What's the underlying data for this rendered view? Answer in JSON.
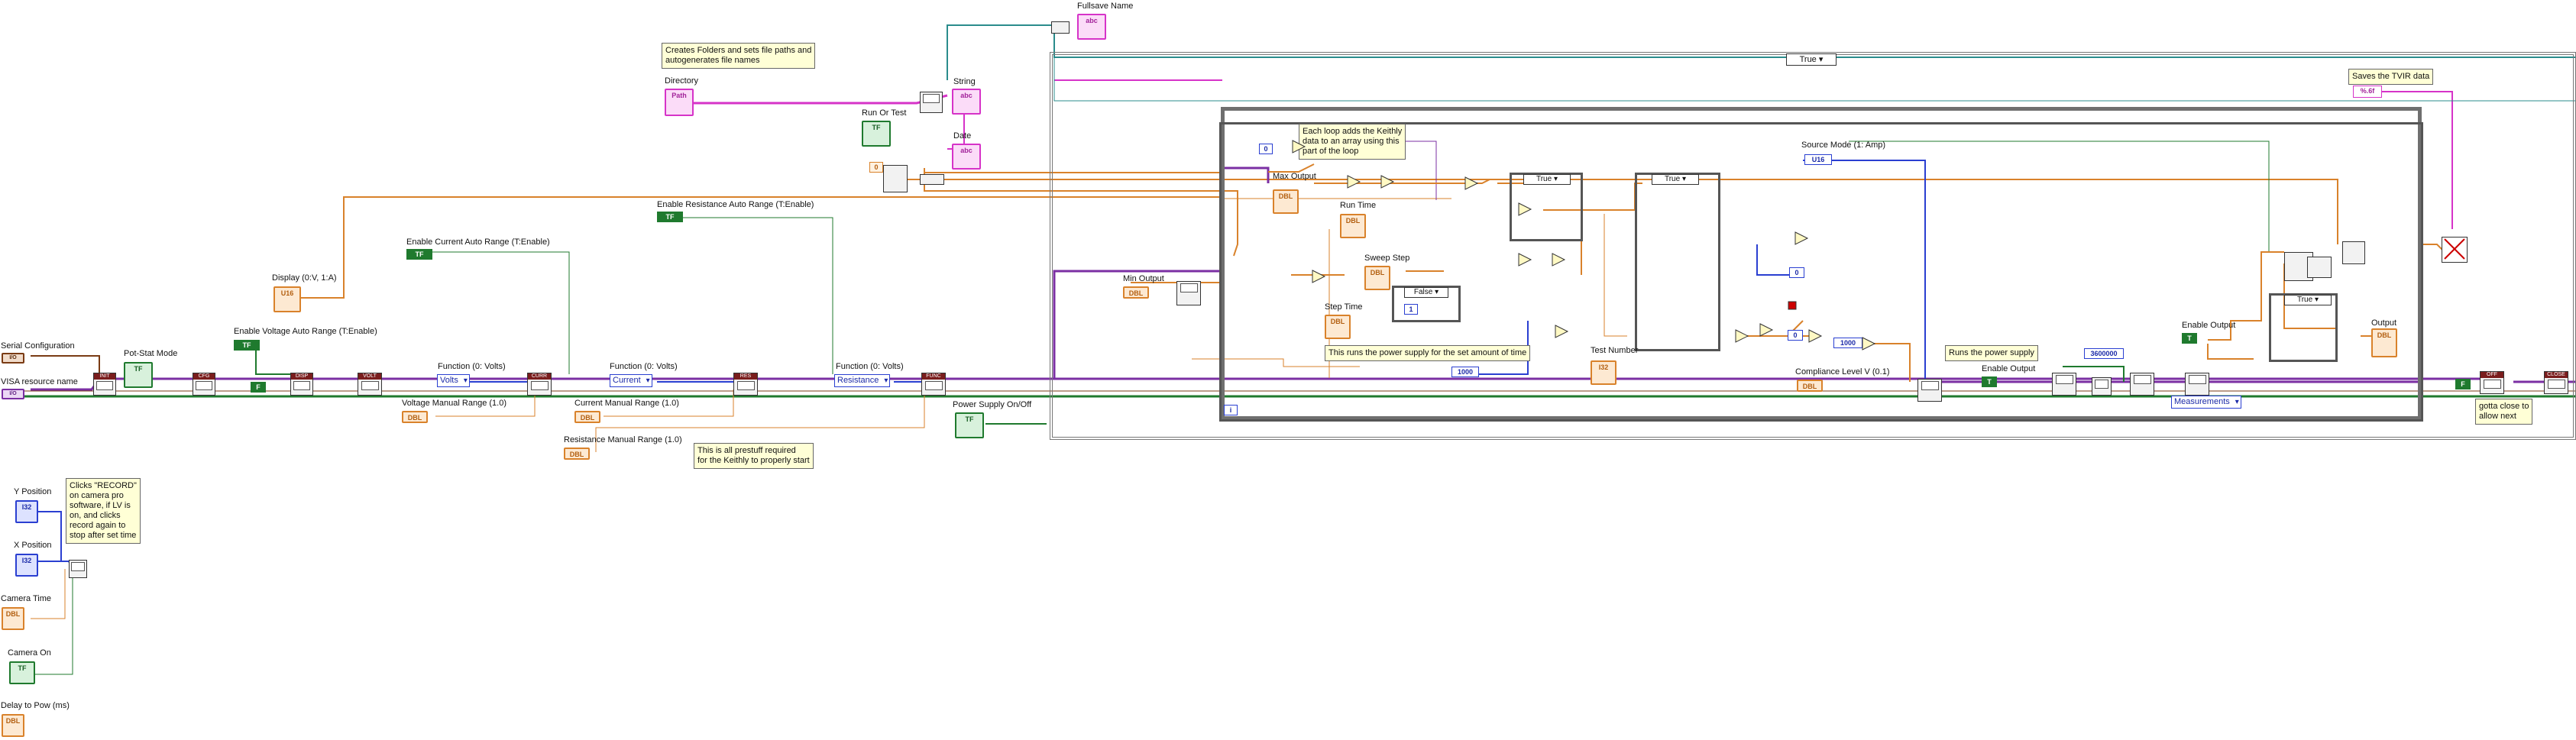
{
  "controls": {
    "serial_configuration": "Serial Configuration",
    "serial_config_value": "I/O",
    "visa_resource_name": "VISA resource name",
    "visa_value": "I/O",
    "y_position": "Y Position",
    "x_position": "X Position",
    "camera_time": "Camera Time",
    "camera_on": "Camera On",
    "delay_to_pow": "Delay to Pow (ms)",
    "display": "Display (0:V, 1:A)",
    "pot_stat_mode": "Pot-Stat Mode",
    "enable_voltage_auto_range": "Enable Voltage Auto Range (T:Enable)",
    "enable_current_auto_range": "Enable Current Auto Range (T:Enable)",
    "enable_resistance_auto_range": "Enable Resistance Auto Range (T:Enable)",
    "voltage_manual_range": "Voltage Manual Range (1.0)",
    "current_manual_range": "Current Manual Range (1.0)",
    "resistance_manual_range": "Resistance Manual Range (1.0)",
    "function_volts_1": "Function (0: Volts)",
    "function_volts_2": "Function (0: Volts)",
    "function_volts_3": "Function (0: Volts)",
    "ring_volts": "Volts",
    "ring_current": "Current",
    "ring_resistance": "Resistance",
    "power_supply_on_off": "Power Supply On/Off",
    "directory": "Directory",
    "run_or_test": "Run Or Test",
    "string": "String",
    "date": "Date",
    "fullsave_name": "Fullsave Name",
    "min_output": "Min Output",
    "max_output": "Max Output",
    "run_time": "Run Time",
    "sweep_step": "Sweep Step",
    "step_time": "Step Time",
    "test_number": "Test Number",
    "source_mode": "Source Mode  (1: Amp)",
    "compliance_level": "Compliance  Level V (0.1)",
    "enable_output_1": "Enable Output",
    "enable_output_2": "Enable Output",
    "output": "Output",
    "measurements": "Measurements"
  },
  "terminal_types": {
    "dbl": "DBL",
    "i32": "I32",
    "tf": "TF",
    "abc": "abc",
    "path": "Path",
    "u16": "U16",
    "io": "I/O"
  },
  "constants": {
    "true_tf": "T",
    "false_tf": "F",
    "zero": "0",
    "one": "1",
    "thousand_a": "1000",
    "thousand_b": "1000",
    "big_number": "3600000",
    "format_string": "%.6f"
  },
  "structures": {
    "outer_case_selector": "True",
    "case_true_1": "True",
    "case_true_2": "True",
    "case_true_3": "True",
    "case_false": "False",
    "loop_index": "i"
  },
  "notes": {
    "creates_folders": "Creates Folders and sets file paths and\nautogenerates file names",
    "clicks_record": "Clicks \"RECORD\"\non camera pro\nsoftware, if LV is\non, and clicks\nrecord again to\nstop after set time",
    "prestuff": "This is all prestuff required\nfor the Keithly to properly start",
    "each_loop": "Each loop adds the Keithly\ndata to an array using this\npart of the loop",
    "runs_power_supply_time": "This runs the power supply for the set amount of time",
    "runs_power_supply": "Runs the power supply",
    "saves_tvir": "Saves the TVIR data",
    "gotta_close": "gotta close to\nallow next"
  },
  "colors": {
    "wire_orange": "#d9822b",
    "wire_blue": "#2a3fd1",
    "wire_green": "#1f7a2e",
    "wire_pink": "#d633c8",
    "wire_purple": "#7b2fa3",
    "wire_teal": "#2a8c8c",
    "wire_brown": "#7a3b14",
    "frame_gray": "#6f6f6f"
  }
}
